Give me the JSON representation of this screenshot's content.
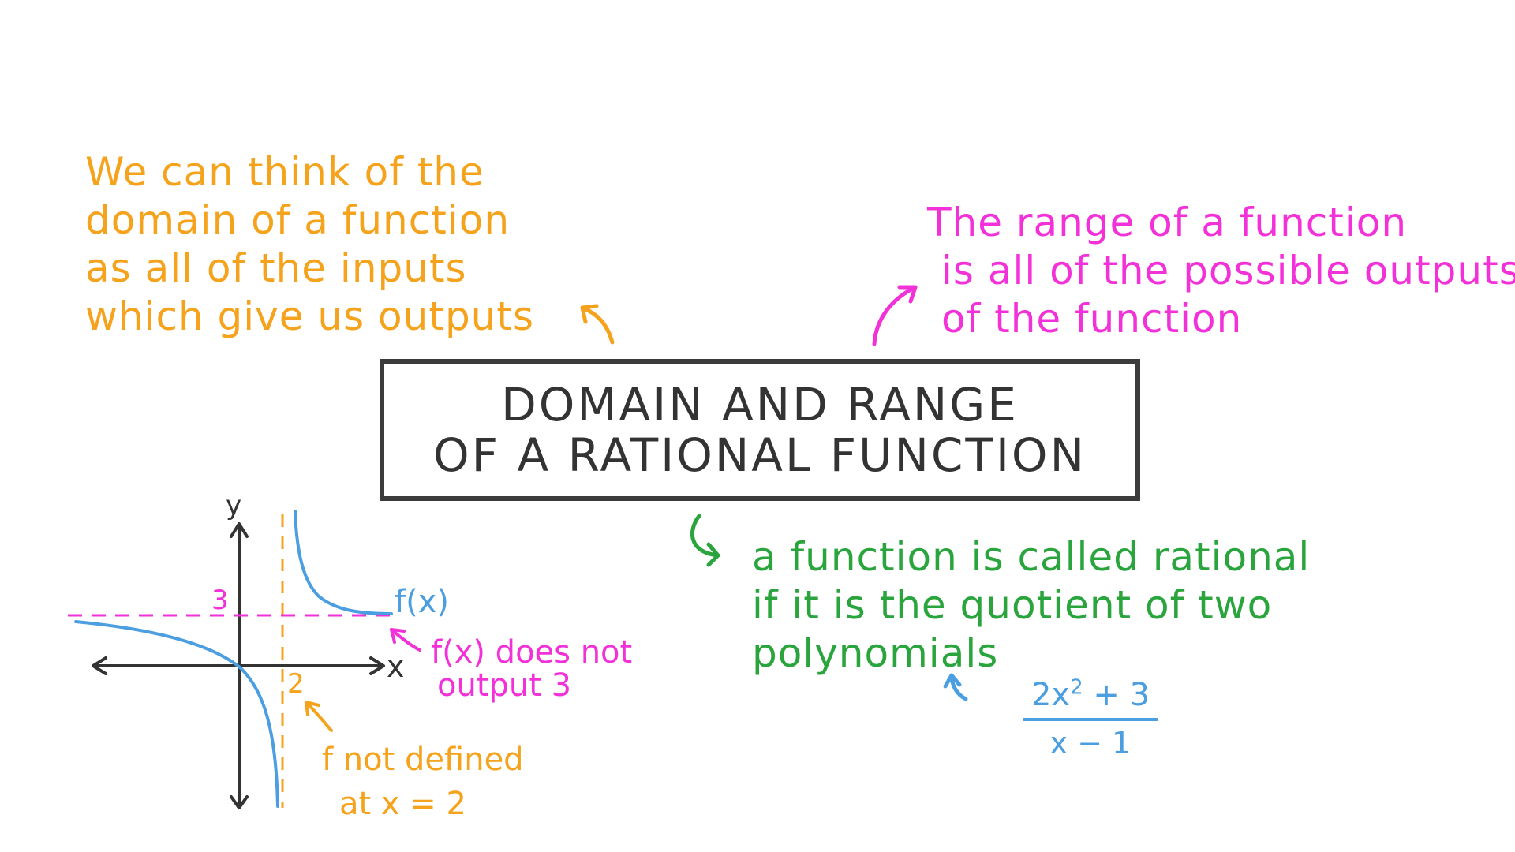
{
  "title": {
    "line1": "DOMAIN AND  RANGE",
    "line2": "OF A RATIONAL  FUNCTION"
  },
  "notes": {
    "domain": [
      "We can think of the",
      "domain of a function",
      "as all of the inputs",
      "which give us outputs"
    ],
    "range": [
      "The range of a function",
      "is all of the possible outputs",
      "of the function"
    ],
    "rational": [
      "a function is called rational",
      "if it is the quotient of two",
      "polynomials"
    ]
  },
  "example_fraction": {
    "numerator_base": "2x",
    "numerator_exp": "2",
    "numerator_rest": " + 3",
    "denominator": "x − 1"
  },
  "graph": {
    "x_axis_label": "x",
    "y_axis_label": "y",
    "asymptote_y_tick": "3",
    "asymptote_x_tick": "2",
    "curve_label": "f(x)",
    "range_note": [
      "f(x) does not",
      "output 3"
    ],
    "domain_note": [
      "f not defined",
      "at  x = 2"
    ]
  },
  "colors": {
    "domain": "#f5a31c",
    "range": "#f232d8",
    "rational": "#2aa43c",
    "curve": "#4b9ee0",
    "ink": "#333333"
  },
  "icons": [
    "curved-arrow-domain-icon",
    "curved-arrow-range-icon",
    "hook-arrow-rational-icon",
    "arrow-to-polynomials-icon",
    "arrow-to-asymptote-x-icon",
    "arrow-to-asymptote-y-icon"
  ]
}
